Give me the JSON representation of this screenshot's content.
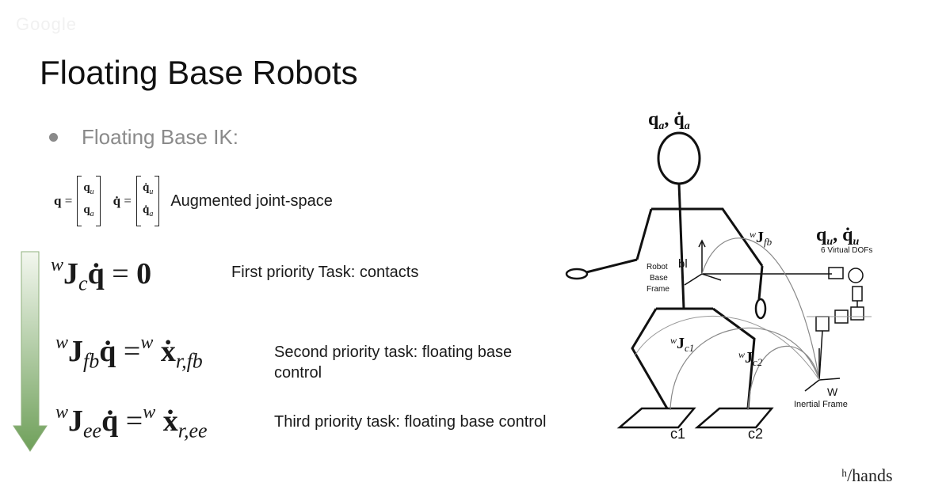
{
  "slide": {
    "title": "Floating Base Robots",
    "bullet": "Floating Base IK:",
    "augmented_label": "Augmented joint-space",
    "tasks": [
      {
        "label": "First priority Task: contacts"
      },
      {
        "label": "Second priority task: floating base control"
      },
      {
        "label": "Third priority task: floating base control"
      }
    ]
  },
  "diagram": {
    "top_label": "q_a, q̇_a",
    "virtual_label": "q_u, q̇_u",
    "virtual_caption": "6 Virtual DOFs",
    "bl_label": "bl",
    "robot_base_frame": [
      "Robot",
      "Base",
      "Frame"
    ],
    "jfb_label": "wJfb",
    "jc1_label": "wJc1",
    "jc2_label": "wJc2",
    "w_label": "W",
    "inertial_frame": "Inertial Frame",
    "c1": "c1",
    "c2": "c2"
  },
  "colors": {
    "arrow_top": "#f3f7ef",
    "arrow_bottom": "#6fa05a",
    "bullet_text": "#8a8a8a"
  },
  "footer": {
    "logo": "ʰ/hands"
  }
}
